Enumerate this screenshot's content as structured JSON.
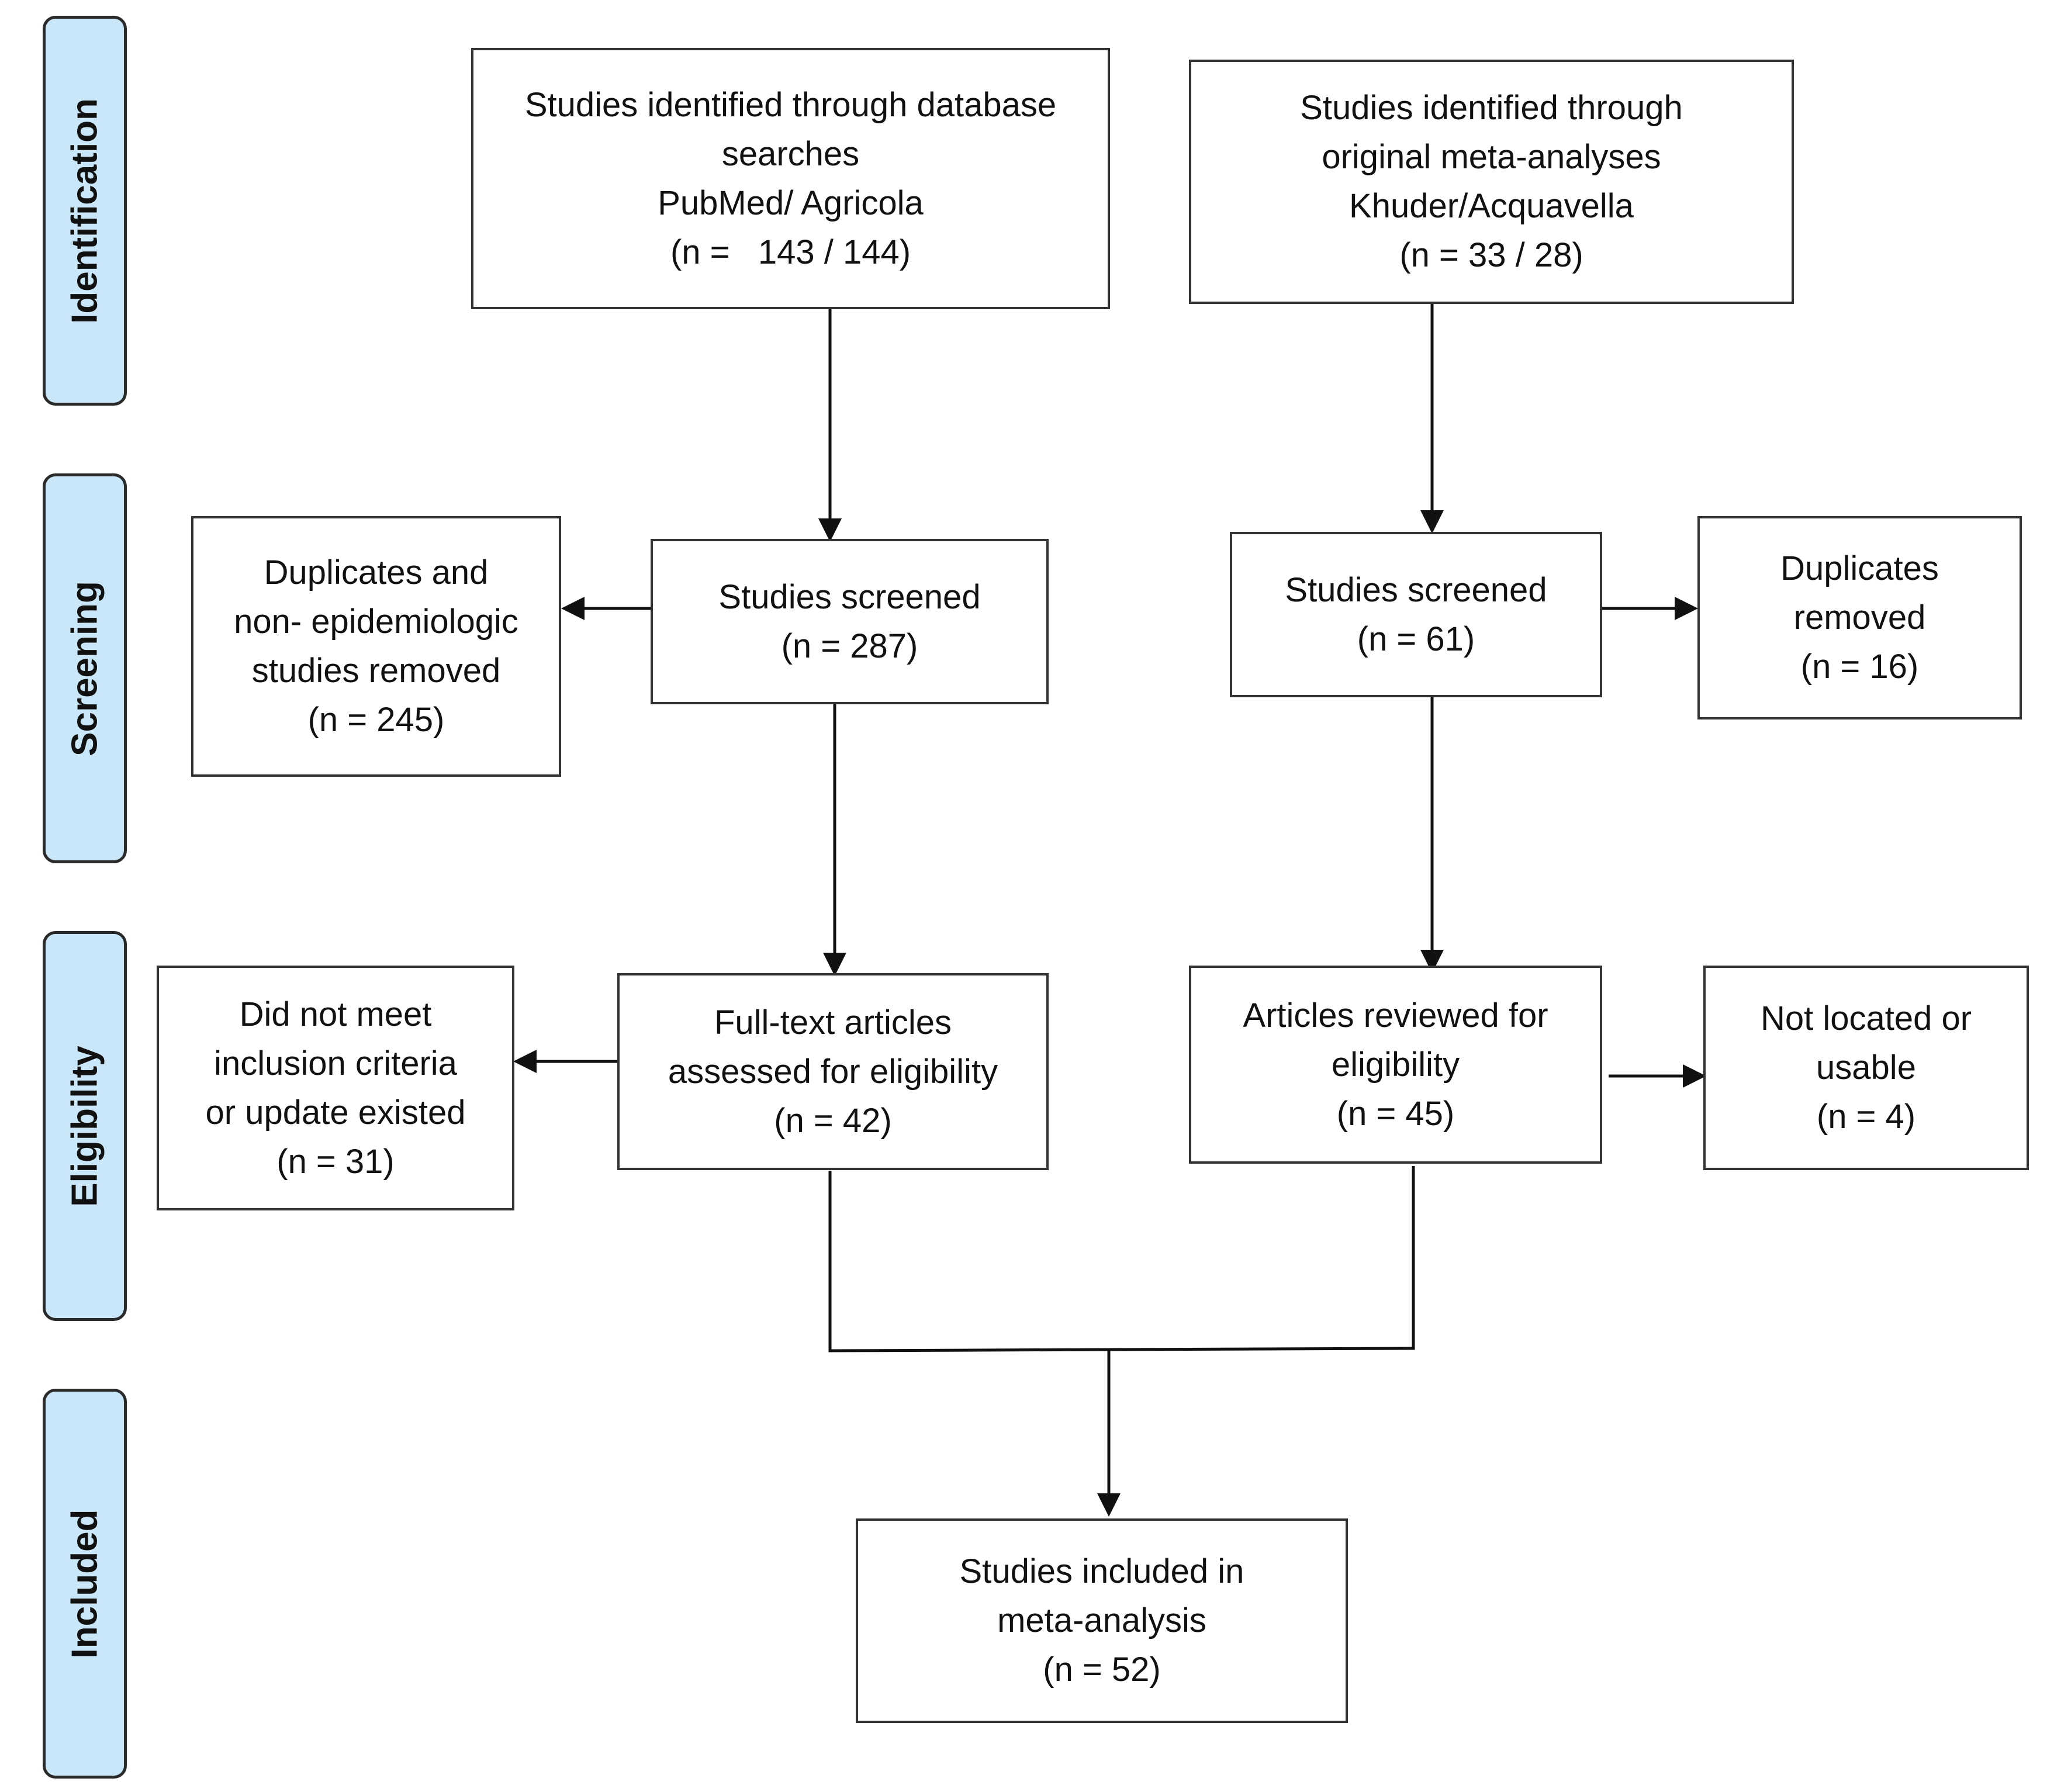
{
  "phases": {
    "identification": "Identification",
    "screening": "Screening",
    "eligibility": "Eligibility",
    "included": "Included"
  },
  "boxes": {
    "database_search": {
      "line1": "Studies identified through database",
      "line2": "searches",
      "line3": "PubMed/ Agricola",
      "line4": "(n =   143 / 144)"
    },
    "meta_analyses": {
      "line1": "Studies identified through",
      "line2": "original meta-analyses",
      "line3": "Khuder/Acquavella",
      "line4": "(n = 33 / 28)"
    },
    "screened_left": {
      "line1": "Studies screened",
      "line2": "(n = 287)"
    },
    "removed_left": {
      "line1": "Duplicates and",
      "line2": "non- epidemiologic",
      "line3": "studies removed",
      "line4": "(n = 245)"
    },
    "screened_right": {
      "line1": "Studies screened",
      "line2": "(n = 61)"
    },
    "removed_right": {
      "line1": "Duplicates",
      "line2": "removed",
      "line3": "(n = 16)"
    },
    "fulltext_left": {
      "line1": "Full-text articles",
      "line2": "assessed for eligibility",
      "line3": "(n = 42)"
    },
    "excluded_left": {
      "line1": "Did not meet",
      "line2": "inclusion criteria",
      "line3": "or update existed",
      "line4": "(n = 31)"
    },
    "reviewed_right": {
      "line1": "Articles reviewed for",
      "line2": "eligibility",
      "line3": "(n = 45)"
    },
    "excluded_right": {
      "line1": "Not located or",
      "line2": "usable",
      "line3": "(n = 4)"
    },
    "included": {
      "line1": "Studies included in",
      "line2": "meta-analysis",
      "line3": "(n = 52)"
    }
  }
}
